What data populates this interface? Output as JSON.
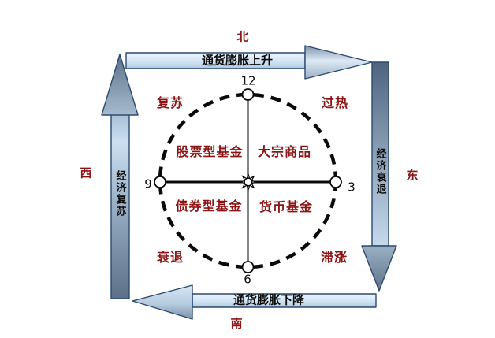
{
  "directions": {
    "north": "北",
    "south": "南",
    "west": "西",
    "east": "东"
  },
  "arrows": {
    "top": {
      "label": "通货膨胀上升",
      "direction": "right"
    },
    "bottom": {
      "label": "通货膨胀下降",
      "direction": "left"
    },
    "left": {
      "label": "经济复苏",
      "direction": "up"
    },
    "right": {
      "label": "经济衰退",
      "direction": "down"
    }
  },
  "clock": {
    "numbers": {
      "n12": "12",
      "n3": "3",
      "n6": "6",
      "n9": "9"
    },
    "phases": {
      "top_left": "复苏",
      "top_right": "过热",
      "bottom_left": "衰退",
      "bottom_right": "滞涨"
    },
    "assets": {
      "top_left": "股票型基金",
      "top_right": "大宗商品",
      "bottom_left": "债券型基金",
      "bottom_right": "货币基金"
    }
  },
  "icons": {
    "center_marker": "sun-star-icon",
    "clock_nodes": "clock-node-circle"
  },
  "colors": {
    "label_red": "#8b1414",
    "text_black": "#0a0a0a",
    "arrow_outline": "#2b4a70",
    "arrow_light_fill": "#d6e7f5",
    "arrow_dark_fill": "#5c7088",
    "background": "#ffffff"
  }
}
